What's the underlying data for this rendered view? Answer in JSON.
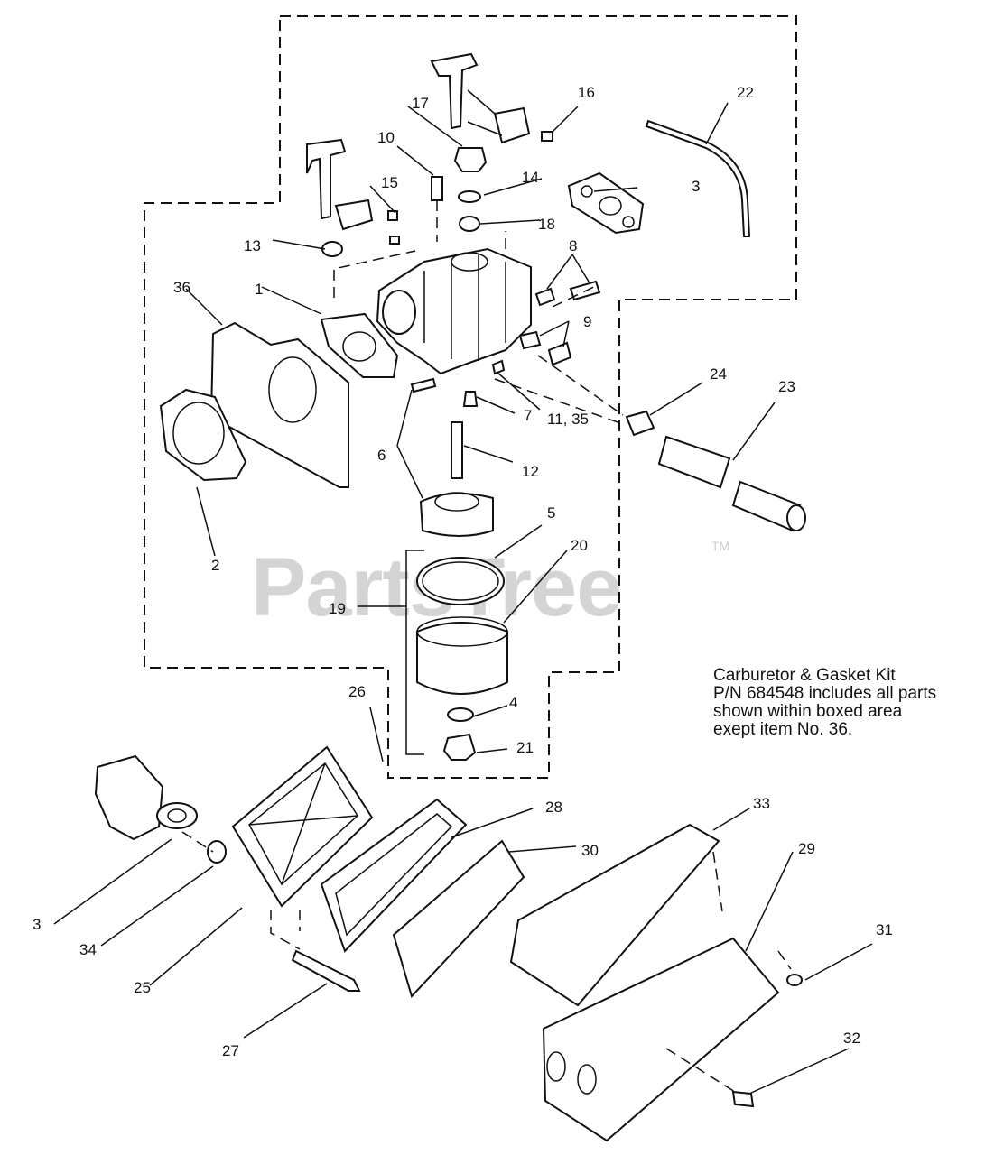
{
  "watermark": {
    "text": "PartsTree",
    "mark": "TM"
  },
  "note": {
    "lines": [
      "Carburetor & Gasket Kit",
      "P/N 684548 includes all parts",
      "shown within boxed area",
      "exept item No. 36."
    ]
  },
  "callouts": [
    {
      "id": "1",
      "label": "1"
    },
    {
      "id": "2",
      "label": "2"
    },
    {
      "id": "3a",
      "label": "3"
    },
    {
      "id": "4",
      "label": "4"
    },
    {
      "id": "5",
      "label": "5"
    },
    {
      "id": "6",
      "label": "6"
    },
    {
      "id": "7",
      "label": "7"
    },
    {
      "id": "8",
      "label": "8"
    },
    {
      "id": "9",
      "label": "9"
    },
    {
      "id": "10",
      "label": "10"
    },
    {
      "id": "11",
      "label": "11,  35"
    },
    {
      "id": "12",
      "label": "12"
    },
    {
      "id": "13",
      "label": "13"
    },
    {
      "id": "14",
      "label": "14"
    },
    {
      "id": "15",
      "label": "15"
    },
    {
      "id": "16",
      "label": "16"
    },
    {
      "id": "17",
      "label": "17"
    },
    {
      "id": "18",
      "label": "18"
    },
    {
      "id": "19",
      "label": "19"
    },
    {
      "id": "20",
      "label": "20"
    },
    {
      "id": "21",
      "label": "21"
    },
    {
      "id": "22",
      "label": "22"
    },
    {
      "id": "23",
      "label": "23"
    },
    {
      "id": "24",
      "label": "24"
    },
    {
      "id": "25",
      "label": "25"
    },
    {
      "id": "26",
      "label": "26"
    },
    {
      "id": "27",
      "label": "27"
    },
    {
      "id": "28",
      "label": "28"
    },
    {
      "id": "29",
      "label": "29"
    },
    {
      "id": "30",
      "label": "30"
    },
    {
      "id": "31",
      "label": "31"
    },
    {
      "id": "32",
      "label": "32"
    },
    {
      "id": "33",
      "label": "33"
    },
    {
      "id": "34",
      "label": "34"
    },
    {
      "id": "3b",
      "label": "3"
    },
    {
      "id": "36",
      "label": "36"
    }
  ]
}
